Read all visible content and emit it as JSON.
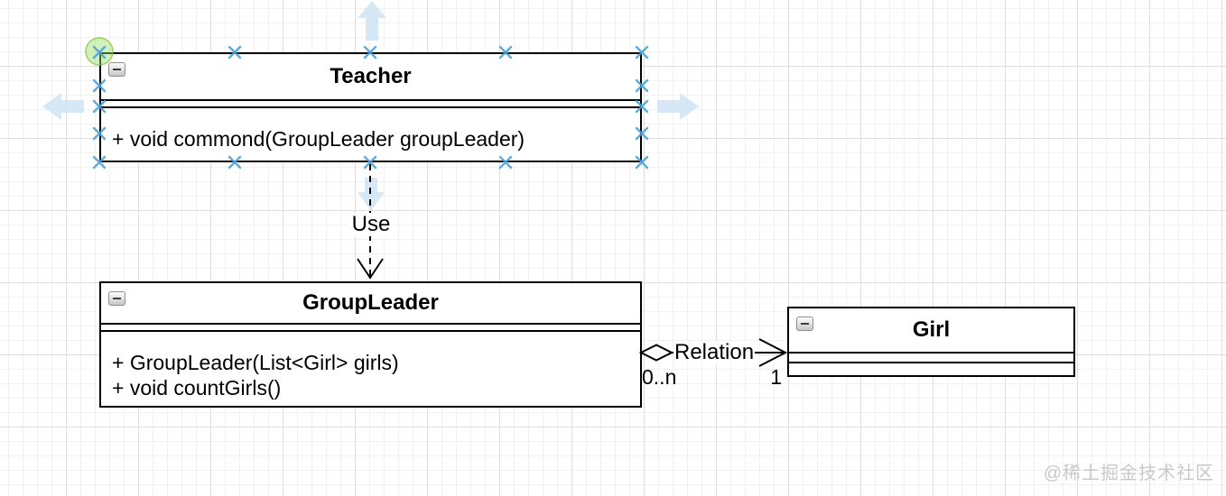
{
  "canvas": {
    "watermark": "@稀土掘金技术社区"
  },
  "colors": {
    "handle-blue": "#4aa2d9",
    "endpoint-green-fill": "rgba(155,221,102,0.45)",
    "endpoint-green-stroke": "rgba(122,196,66,0.75)",
    "direction-arrow": "#cfe4f4",
    "box-border": "#000000",
    "box-fill": "#ffffff",
    "edge-black": "#000000",
    "label-bg": "#ffffff",
    "grid-minor": "#f1f1f1",
    "grid-major": "#dedede",
    "watermark-gray": "#c9c9c9"
  },
  "classes": {
    "teacher": {
      "title": "Teacher",
      "fields": [],
      "methods": [
        "+ void commond(GroupLeader groupLeader)"
      ]
    },
    "group_leader": {
      "title": "GroupLeader",
      "fields": [],
      "methods": [
        "+ GroupLeader(List<Girl> girls)",
        "+ void countGirls()"
      ]
    },
    "girl": {
      "title": "Girl",
      "fields": [],
      "methods": []
    }
  },
  "edges": {
    "use": {
      "label": "Use",
      "from": "Teacher",
      "to": "GroupLeader",
      "style": "dashed-dependency-open-arrow"
    },
    "relation": {
      "label": "Relation",
      "from": "GroupLeader",
      "to": "Girl",
      "style": "aggregation-open-arrow",
      "source_multiplicity": "0..n",
      "target_multiplicity": "1"
    }
  },
  "icons": {
    "collapse": "minus"
  }
}
